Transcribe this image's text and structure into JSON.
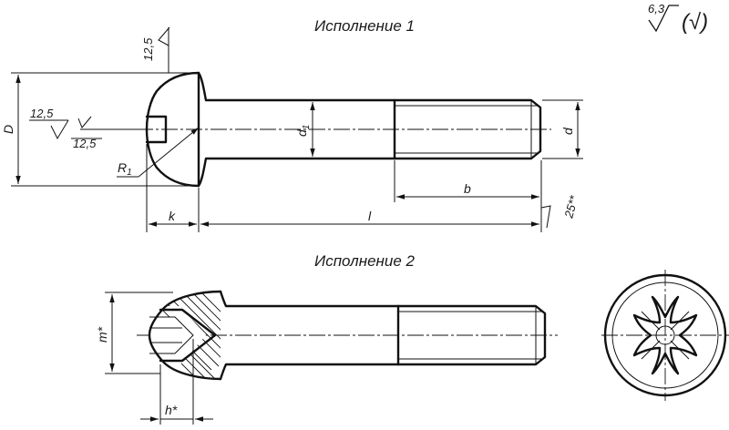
{
  "titles": {
    "variant1": "Исполнение 1",
    "variant2": "Исполнение 2"
  },
  "roughness": {
    "general_value": "6,3",
    "general_symbol": "(√)",
    "head_top": "12,5",
    "slot_left": "12,5",
    "slot_right": "12,5",
    "thread_end": "25**"
  },
  "dimensions": {
    "D": "D",
    "d1_main": "d",
    "d1_sub": "1",
    "d": "d",
    "R1_main": "R",
    "R1_sub": "1",
    "b": "b",
    "k": "k",
    "l": "l",
    "m": "m*",
    "h": "h*"
  }
}
